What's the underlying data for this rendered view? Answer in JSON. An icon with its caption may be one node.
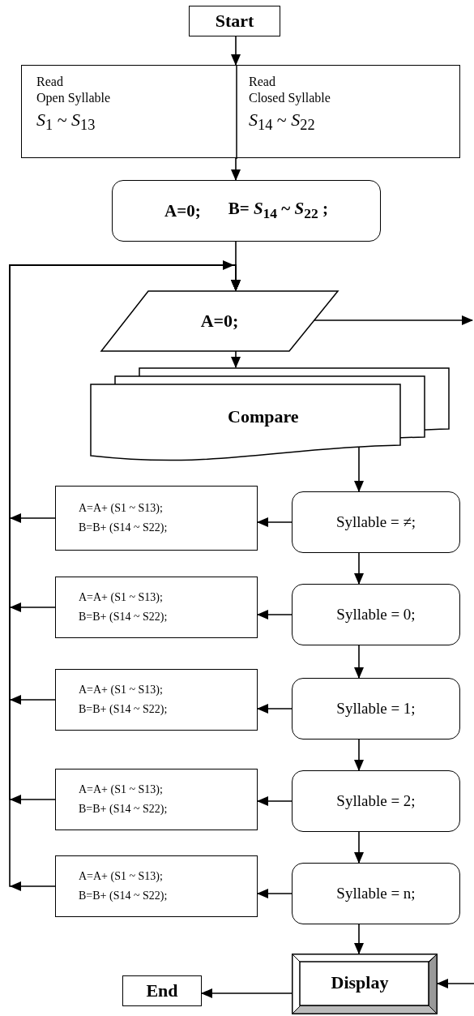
{
  "diagram": {
    "nodes": [
      {
        "text": [
          "Start"
        ]
      },
      {
        "text": [
          "Read",
          "Open Syllable",
          "*S*$_{1}$ ~ *S*$_{13}$",
          "Read",
          "Closed Syllable",
          "*S*$_{14}$ ~ *S*$_{22}$"
        ]
      },
      {
        "text": [
          "A=0;",
          "B= *S*$_{14}$ ~ *S*$_{22}$ ;"
        ]
      },
      {
        "text": [
          "A=0;"
        ]
      },
      {
        "text": [
          "Compare"
        ]
      },
      {
        "text": [
          "A=A+ (S1 ~ S13);",
          "B=B+ (S14 ~ S22);"
        ]
      },
      {
        "text": [
          "Syllable = ≠;"
        ]
      },
      {
        "text": [
          "A=A+ (S1 ~ S13);",
          "B=B+ (S14 ~ S22);"
        ]
      },
      {
        "text": [
          "Syllable = 0;"
        ]
      },
      {
        "text": [
          "A=A+ (S1 ~ S13);",
          "B=B+ (S14 ~ S22);"
        ]
      },
      {
        "text": [
          "Syllable = 1;"
        ]
      },
      {
        "text": [
          "A=A+ (S1 ~ S13);",
          "B=B+ (S14 ~ S22);"
        ]
      },
      {
        "text": [
          "Syllable = 2;"
        ]
      },
      {
        "text": [
          "A=A+ (S1 ~ S13);",
          "B=B+ (S14 ~ S22);"
        ]
      },
      {
        "text": [
          "Syllable = n;"
        ]
      },
      {
        "text": [
          "End"
        ]
      },
      {
        "text": [
          "Display"
        ]
      }
    ],
    "edges": [
      {
        "from": 0,
        "to": 1,
        "arrow": "to"
      },
      {
        "from": 1,
        "to": 2,
        "arrow": "to"
      },
      {
        "from": 2,
        "to": 3,
        "arrow": "to"
      },
      {
        "from": 3,
        "to": null,
        "arrow": "to"
      },
      {
        "from": 3,
        "to": 4,
        "arrow": "to"
      },
      {
        "from": 4,
        "to": 6,
        "arrow": "to"
      },
      {
        "from": 6,
        "to": 5,
        "arrow": "to"
      },
      {
        "from": 6,
        "to": 8,
        "arrow": "to"
      },
      {
        "from": 8,
        "to": 7,
        "arrow": "to"
      },
      {
        "from": 8,
        "to": 10,
        "arrow": "to"
      },
      {
        "from": 10,
        "to": 9,
        "arrow": "to"
      },
      {
        "from": 10,
        "to": 12,
        "arrow": "to"
      },
      {
        "from": 12,
        "to": 11,
        "arrow": "to"
      },
      {
        "from": 12,
        "to": 14,
        "arrow": "to"
      },
      {
        "from": 14,
        "to": 13,
        "arrow": "to"
      },
      {
        "from": 14,
        "to": 16,
        "arrow": "to"
      },
      {
        "from": null,
        "to": 16,
        "arrow": "to"
      },
      {
        "from": 16,
        "to": 15,
        "arrow": "to"
      },
      {
        "from": 5,
        "to": 3,
        "arrow": "to"
      },
      {
        "from": 7,
        "to": 3,
        "arrow": "to"
      },
      {
        "from": 9,
        "to": 3,
        "arrow": "to"
      },
      {
        "from": 11,
        "to": 3,
        "arrow": "to"
      },
      {
        "from": 13,
        "to": 3,
        "arrow": "to"
      }
    ]
  }
}
